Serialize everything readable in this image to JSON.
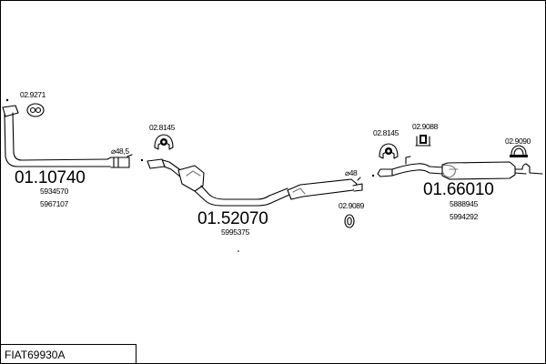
{
  "assembly_code": "FIAT69930A",
  "parts": [
    {
      "number": "01.10740",
      "oe_numbers": [
        "5934570",
        "5967107"
      ]
    },
    {
      "number": "01.52070",
      "oe_numbers": [
        "5995375"
      ]
    },
    {
      "number": "01.66010",
      "oe_numbers": [
        "5888945",
        "5994292"
      ]
    }
  ],
  "accessories": [
    "02.9271",
    "02.8145",
    "02.8145",
    "02.9088",
    "02.9090",
    "02.9089"
  ],
  "diameters": [
    "⌀48,5",
    "⌀48"
  ],
  "colors": {
    "line": "#000000",
    "fill": "#ffffff",
    "shade": "#777777"
  }
}
